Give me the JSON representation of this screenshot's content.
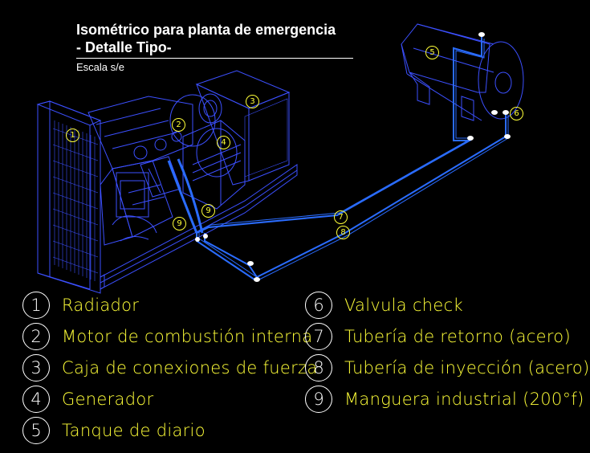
{
  "title": {
    "line1": "Isométrico para planta de emergencia",
    "line2": "- Detalle Tipo-",
    "scale": "Escala s/e"
  },
  "colors": {
    "background": "#000000",
    "equipment": "#3c50ff",
    "pipe": "#2a6cff",
    "label": "#ffff38",
    "text": "#ffffff"
  },
  "callouts": [
    "1",
    "2",
    "3",
    "4",
    "5",
    "6",
    "7",
    "8",
    "9",
    "9"
  ],
  "legend": [
    {
      "num": "1",
      "label": "Radiador"
    },
    {
      "num": "2",
      "label": "Motor de combustión interna"
    },
    {
      "num": "3",
      "label": "Caja de conexiones de fuerza"
    },
    {
      "num": "4",
      "label": "Generador"
    },
    {
      "num": "5",
      "label": "Tanque de diario"
    },
    {
      "num": "6",
      "label": "Valvula check"
    },
    {
      "num": "7",
      "label": "Tubería de retorno (acero)"
    },
    {
      "num": "8",
      "label": "Tubería de inyección (acero)"
    },
    {
      "num": "9",
      "label": "Manguera industrial (200°f)"
    }
  ]
}
